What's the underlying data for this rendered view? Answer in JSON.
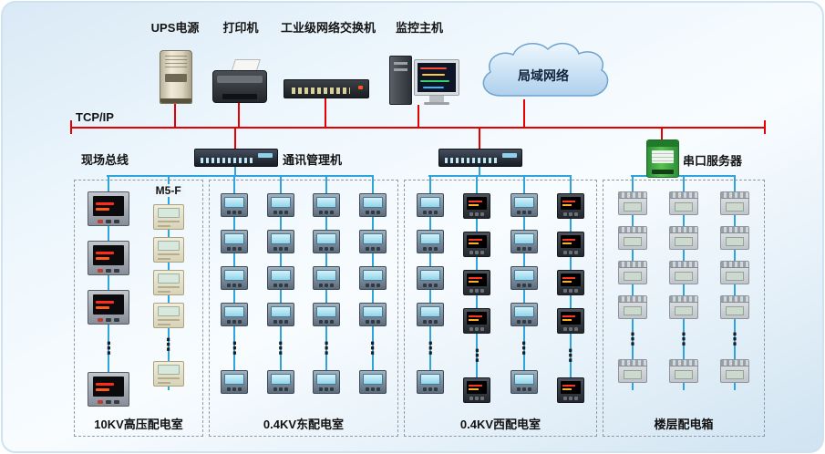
{
  "top": {
    "devices": [
      {
        "name": "ups",
        "label": "UPS电源"
      },
      {
        "name": "printer",
        "label": "打印机"
      },
      {
        "name": "switch",
        "label": "工业级网络交换机"
      },
      {
        "name": "host",
        "label": "监控主机"
      }
    ],
    "cloud_label": "局域网络"
  },
  "labels": {
    "tcpip": "TCP/IP",
    "fieldbus": "现场总线",
    "comm_manager": "通讯管理机",
    "serial_server": "串口服务器",
    "ellipsis": "⋮"
  },
  "colors": {
    "line_red": "#e80000",
    "bus_blue": "#2ea3dc"
  },
  "zones": [
    {
      "label": "10KV高压配电室",
      "columns": [
        {
          "device": "hv",
          "count": 3,
          "tail": 1
        },
        {
          "device": "m5f",
          "count": 4,
          "tail": 1,
          "header": "M5-F"
        }
      ]
    },
    {
      "label": "0.4KV东配电室",
      "columns": [
        {
          "device": "lv",
          "count": 4,
          "tail": 1
        },
        {
          "device": "lv",
          "count": 4,
          "tail": 1
        },
        {
          "device": "lv",
          "count": 4,
          "tail": 1
        },
        {
          "device": "lv",
          "count": 4,
          "tail": 1
        }
      ]
    },
    {
      "label": "0.4KV西配电室",
      "columns": [
        {
          "device": "lv",
          "count": 4,
          "tail": 1
        },
        {
          "device": "lv2",
          "count": 4,
          "tail": 1
        },
        {
          "device": "lv",
          "count": 4,
          "tail": 1
        },
        {
          "device": "lv2",
          "count": 4,
          "tail": 1
        }
      ]
    },
    {
      "label": "楼层配电箱",
      "columns": [
        {
          "device": "din",
          "count": 4,
          "tail": 1
        },
        {
          "device": "din",
          "count": 4,
          "tail": 1
        },
        {
          "device": "din",
          "count": 4,
          "tail": 1
        }
      ]
    }
  ]
}
